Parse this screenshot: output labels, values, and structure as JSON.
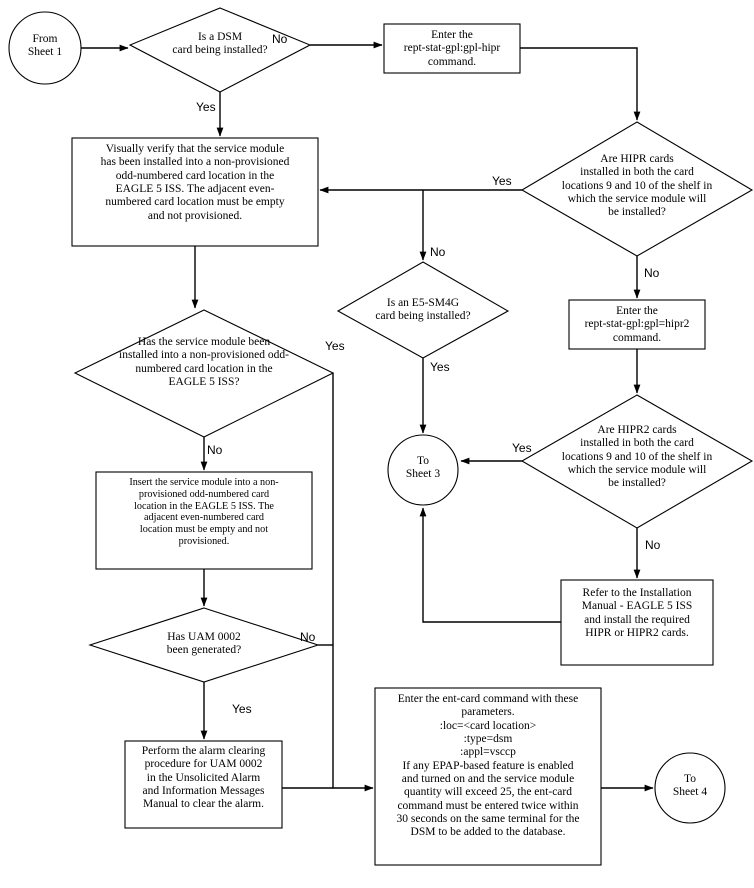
{
  "diagram": {
    "title": "Service Module Installation Flowchart (Sheet 2)",
    "colors": {
      "stroke": "#000000",
      "fill": "#ffffff",
      "text": "#000000"
    },
    "nodes": {
      "from_sheet_1": {
        "label": "From\nSheet 1",
        "shape": "circle"
      },
      "dsm_decision": {
        "label": "Is a DSM\ncard being installed?",
        "shape": "diamond"
      },
      "enter_hipr_cmd": {
        "label": "Enter the\nrept-stat-gpl:gpl-hipr\ncommand.",
        "shape": "rect"
      },
      "hipr_decision": {
        "label": "Are HIPR cards\ninstalled in both the card\nlocations 9 and 10 of the shelf in\nwhich the service module will\nbe installed?",
        "shape": "diamond"
      },
      "visually_verify": {
        "label": "Visually verify that the service module\nhas been installed into a non-provisioned\nodd-numbered card location in the\nEAGLE 5 ISS.  The adjacent even-\nnumbered card location must be empty\nand not provisioned.",
        "shape": "rect"
      },
      "enter_hipr2_cmd": {
        "label": "Enter the\nrept-stat-gpl:gpl=hipr2\ncommand.",
        "shape": "rect"
      },
      "e5sm4g_decision": {
        "label": "Is an E5-SM4G\ncard being installed?",
        "shape": "diamond"
      },
      "installed_check": {
        "label": "Has the service module been\ninstalled into a non-provisioned odd-\nnumbered card location in the\nEAGLE 5 ISS?",
        "shape": "diamond"
      },
      "hipr2_decision": {
        "label": "Are HIPR2 cards\ninstalled in both the card\nlocations 9 and 10 of the shelf in\nwhich the service module will\nbe installed?",
        "shape": "diamond"
      },
      "to_sheet_3": {
        "label": "To\nSheet 3",
        "shape": "circle"
      },
      "insert_module": {
        "label": "Insert the service module into a non-\nprovisioned odd-numbered card\nlocation in the EAGLE 5 ISS.  The\nadjacent even-numbered card\nlocation must be empty and not\nprovisioned.",
        "shape": "rect"
      },
      "refer_manual": {
        "label": "Refer to the Installation\nManual - EAGLE 5 ISS\nand install the required\nHIPR or HIPR2 cards.",
        "shape": "rect"
      },
      "uam_decision": {
        "label": "Has UAM 0002\nbeen generated?",
        "shape": "diamond"
      },
      "alarm_clearing": {
        "label": "Perform the alarm clearing\nprocedure for UAM 0002\nin the Unsolicited Alarm\nand Information Messages\nManual to clear the alarm.",
        "shape": "rect"
      },
      "ent_card": {
        "label": "Enter the ent-card command with these\nparameters.\n:loc=<card location>\n:type=dsm\n:appl=vsccp\nIf any EPAP-based feature is enabled\nand turned on and the service module\nquantity will exceed 25, the ent-card\ncommand must be entered twice within\n30 seconds on the same terminal for the\nDSM to be added to the database.",
        "shape": "rect"
      },
      "to_sheet_4": {
        "label": "To\nSheet 4",
        "shape": "circle"
      }
    },
    "edge_labels": {
      "dsm_no": "No",
      "dsm_yes": "Yes",
      "hipr_yes": "Yes",
      "hipr_no": "No",
      "e5_no": "No",
      "e5_yes": "Yes",
      "installed_yes": "Yes",
      "installed_no": "No",
      "hipr2_yes": "Yes",
      "hipr2_no": "No",
      "uam_no": "No",
      "uam_yes": "Yes"
    }
  }
}
